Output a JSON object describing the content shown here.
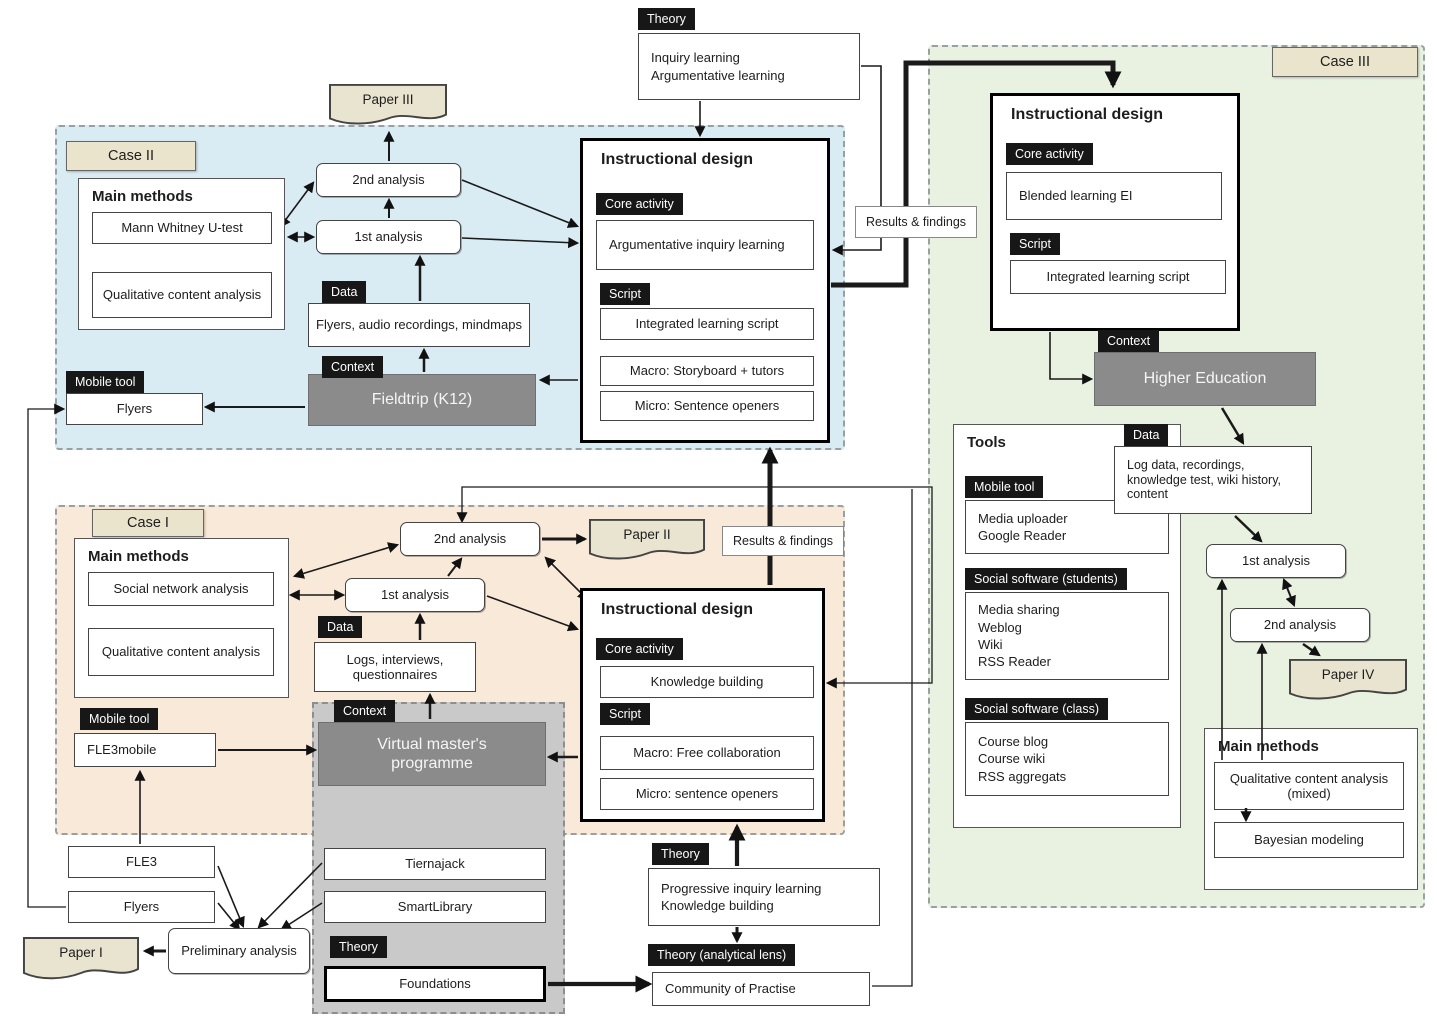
{
  "colors": {
    "case1_bg": "#f9e9d8",
    "case2_bg": "#d9ebf3",
    "case3_bg": "#e9f2e1",
    "beige_tab": "#eae4cd",
    "label_bg": "#171717",
    "gray_box": "#8b8b8b",
    "gray_container": "#c9c9c9"
  },
  "theory_top": {
    "label": "Theory",
    "line1": "Inquiry learning",
    "line2": "Argumentative learning"
  },
  "results_top": "Results & findings",
  "results_case1": "Results & findings",
  "case2": {
    "tab": "Case II",
    "paper": "Paper III",
    "main_methods_title": "Main methods",
    "method1": "Mann Whitney U-test",
    "method2": "Qualitative content analysis",
    "analysis_2nd": "2nd analysis",
    "analysis_1st": "1st analysis",
    "data_label": "Data",
    "data_text": "Flyers, audio recordings, mindmaps",
    "context_label": "Context",
    "context_text": "Fieldtrip (K12)",
    "mobile_label": "Mobile tool",
    "mobile_text": "Flyers",
    "id_title": "Instructional design",
    "core_label": "Core  activity",
    "core_text": "Argumentative inquiry learning",
    "script_label": "Script",
    "script_text": "Integrated learning script",
    "macro_text": "Macro: Storyboard + tutors",
    "micro_text": "Micro: Sentence openers"
  },
  "case1": {
    "tab": "Case I",
    "paper": "Paper II",
    "main_methods_title": "Main methods",
    "method1": "Social network analysis",
    "method2": "Qualitative content analysis",
    "analysis_2nd": "2nd analysis",
    "analysis_1st": "1st analysis",
    "data_label": "Data",
    "data_text": "Logs, interviews, questionnaires",
    "context_label": "Context",
    "context_line1": "Virtual master's",
    "context_line2": "programme",
    "mobile_label": "Mobile tool",
    "mobile_text": "FLE3mobile",
    "id_title": "Instructional design",
    "core_label": "Core  activity",
    "core_text": "Knowledge building",
    "script_label": "Script",
    "macro_text": "Macro: Free collaboration",
    "micro_text": "Micro: sentence openers"
  },
  "case3": {
    "tab": "Case III",
    "paper": "Paper IV",
    "id_title": "Instructional design",
    "core_label": "Core  activity",
    "core_text": "Blended learning EI",
    "script_label": "Script",
    "script_text": "Integrated learning script",
    "context_label": "Context",
    "context_text": "Higher Education",
    "data_label": "Data",
    "data_text": "Log data, recordings, knowledge test, wiki history, content",
    "analysis_1st": "1st analysis",
    "analysis_2nd": "2nd analysis",
    "main_methods_title": "Main methods",
    "method1": "Qualitative content analysis (mixed)",
    "method2": "Bayesian modeling",
    "tools_title": "Tools",
    "mobile_label": "Mobile tool",
    "mobile_line1": "Media uploader",
    "mobile_line2": "Google Reader",
    "ss_students_label": "Social software (students)",
    "ss_students_line1": "Media sharing",
    "ss_students_line2": "Weblog",
    "ss_students_line3": "Wiki",
    "ss_students_line4": "RSS Reader",
    "ss_class_label": "Social software (class)",
    "ss_class_line1": "Course blog",
    "ss_class_line2": "Course wiki",
    "ss_class_line3": "RSS aggregats"
  },
  "foundation": {
    "tool1": "Tiernajack",
    "tool2": "SmartLibrary",
    "theory_label": "Theory",
    "theory_text": "Foundations"
  },
  "bottom_left": {
    "fle3": "FLE3",
    "flyers": "Flyers",
    "preliminary": "Preliminary analysis",
    "paper1": "Paper I"
  },
  "theory_bottom": {
    "label": "Theory",
    "line1": "Progressive inquiry learning",
    "line2": "Knowledge building"
  },
  "theory_lens": {
    "label": "Theory (analytical lens)",
    "text": "Community of Practise"
  }
}
